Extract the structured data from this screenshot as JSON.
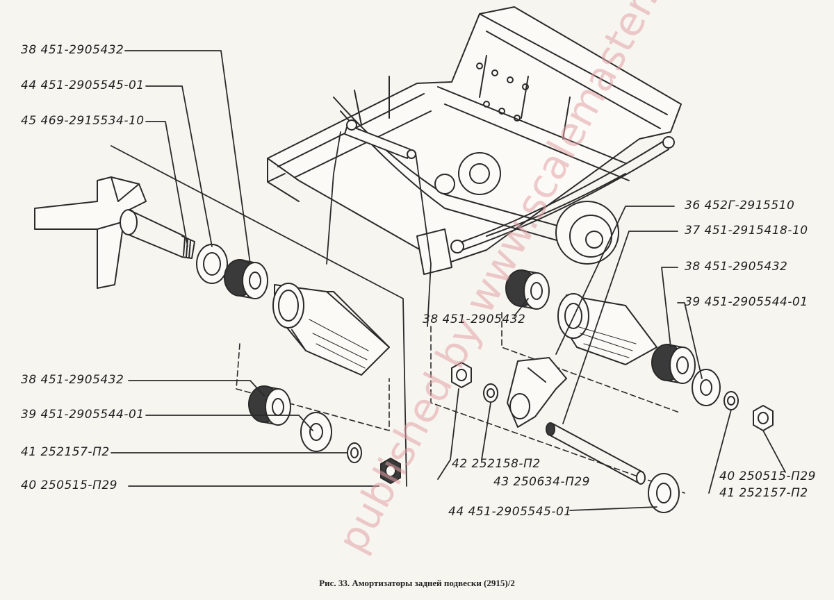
{
  "caption": "Рис. 33. Амортизаторы задней подвески (2915)/2",
  "watermark": "published by www.scalemaster.ap.ru",
  "labels": [
    "38 451-2905432",
    "44 451-2905545-01",
    "45 469-2915534-10",
    "38 451-2905432",
    "39 451-2905544-01",
    "41 252157-П2",
    "40 250515-П29",
    "36 452Г-2915510",
    "37 451-2915418-10",
    "38 451-2905432",
    "38 451-2905432",
    "39 451-2905544-01",
    "42 252158-П2",
    "43 250634-П29",
    "40 250515-П29",
    "41 252157-П2",
    "44 451-2905545-01"
  ],
  "colors": {
    "ink": "#2a2a2a",
    "paper": "#f6f5f0",
    "watermark": "#e3a0a5"
  }
}
